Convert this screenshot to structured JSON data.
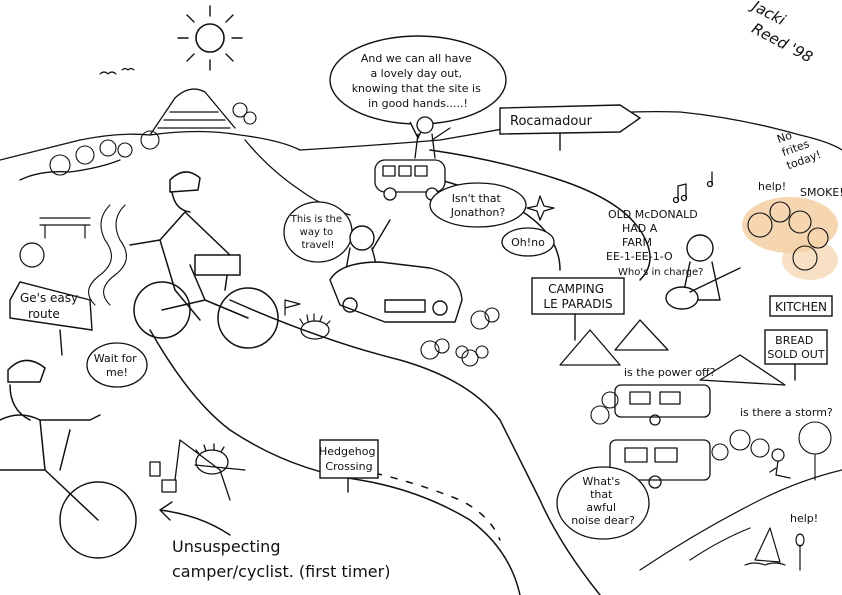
{
  "signature": {
    "line1": "Jacki",
    "line2": "Reed '98"
  },
  "bubbles": {
    "day_out": [
      "And we can all have",
      "a lovely day out,",
      "knowing that the site is",
      "in good hands.....!"
    ],
    "way_to_travel": [
      "This is the",
      "way to",
      "travel!"
    ],
    "jonathon": [
      "Isn't that",
      "Jonathon?"
    ],
    "oh_no": "Oh!no",
    "wait_for_me": [
      "Wait for",
      "me!"
    ],
    "awful_noise": [
      "What's",
      "that",
      "awful",
      "noise dear?"
    ]
  },
  "signs": {
    "rocamadour": "Rocamadour",
    "easy_route": [
      "Ge's easy",
      "route"
    ],
    "camping": [
      "CAMPING",
      "LE PARADIS"
    ],
    "kitchen": "KITCHEN",
    "bread": [
      "BREAD",
      "SOLD OUT"
    ],
    "hedgehog": [
      "Hedgehog",
      "Crossing"
    ]
  },
  "captions": {
    "old_mcdonald": [
      "OLD McDONALD",
      "HAD A",
      "FARM",
      "EE-1-EE-1-O"
    ],
    "no_frites": [
      "No",
      "frites",
      "today!"
    ],
    "help_smoke": "help!",
    "smoke": "SMOKE!",
    "whos_in_charge": "Who's in charge?",
    "power_off": "is the power off?",
    "storm": "is there a storm?",
    "help_water": "help!",
    "unsuspecting": [
      "Unsuspecting",
      "camper/cyclist. (first timer)"
    ]
  }
}
